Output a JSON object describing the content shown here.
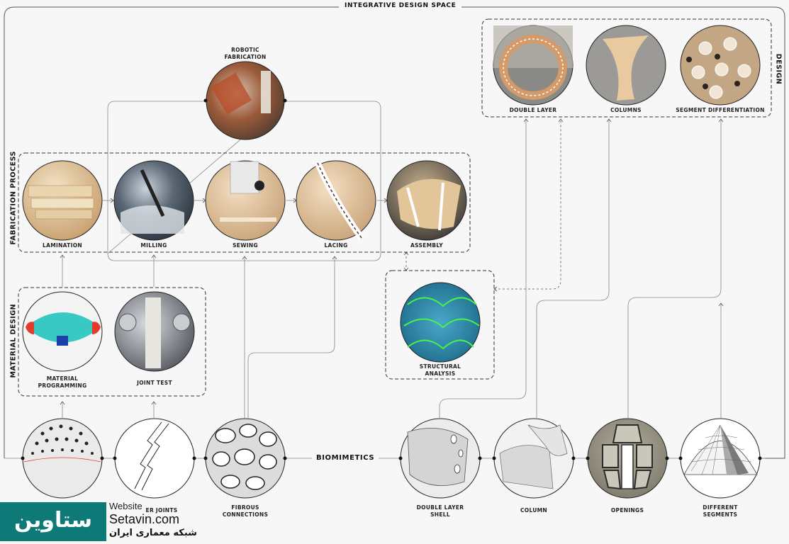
{
  "header": {
    "title": "INTEGRATIVE DESIGN SPACE"
  },
  "sections": {
    "fabrication_process": "FABRICATION PROCESS",
    "material_design": "MATERIAL DESIGN",
    "design": "DESIGN",
    "biomimetics": "BIOMIMETICS"
  },
  "fabrication": {
    "robotic": "ROBOTIC FABRICATION",
    "lamination": "LAMINATION",
    "milling": "MILLING",
    "sewing": "SEWING",
    "lacing": "LACING",
    "assembly": "ASSEMBLY"
  },
  "material": {
    "programming": "MATERIAL PROGRAMMING",
    "joint_test": "JOINT TEST"
  },
  "analysis": {
    "structural": "STRUCTURAL ANALYSIS"
  },
  "design": {
    "double_layer": "DOUBLE LAYER",
    "columns": "COLUMNS",
    "segment_diff": "SEGMENT DIFFERENTIATION"
  },
  "bio": {
    "fiber_joints": "ER JOINTS",
    "fibrous": "FIBROUS CONNECTIONS",
    "double_shell": "DOUBLE LAYER SHELL",
    "column": "COLUMN",
    "openings": "OPENINGS",
    "segments": "DIFFERENT SEGMENTS"
  },
  "watermark": {
    "arabic": "ستاوین",
    "website_label": "Website",
    "website": "Setavin.com",
    "tagline": "شبکه معماری ایران",
    "color": "#0d7a78"
  }
}
